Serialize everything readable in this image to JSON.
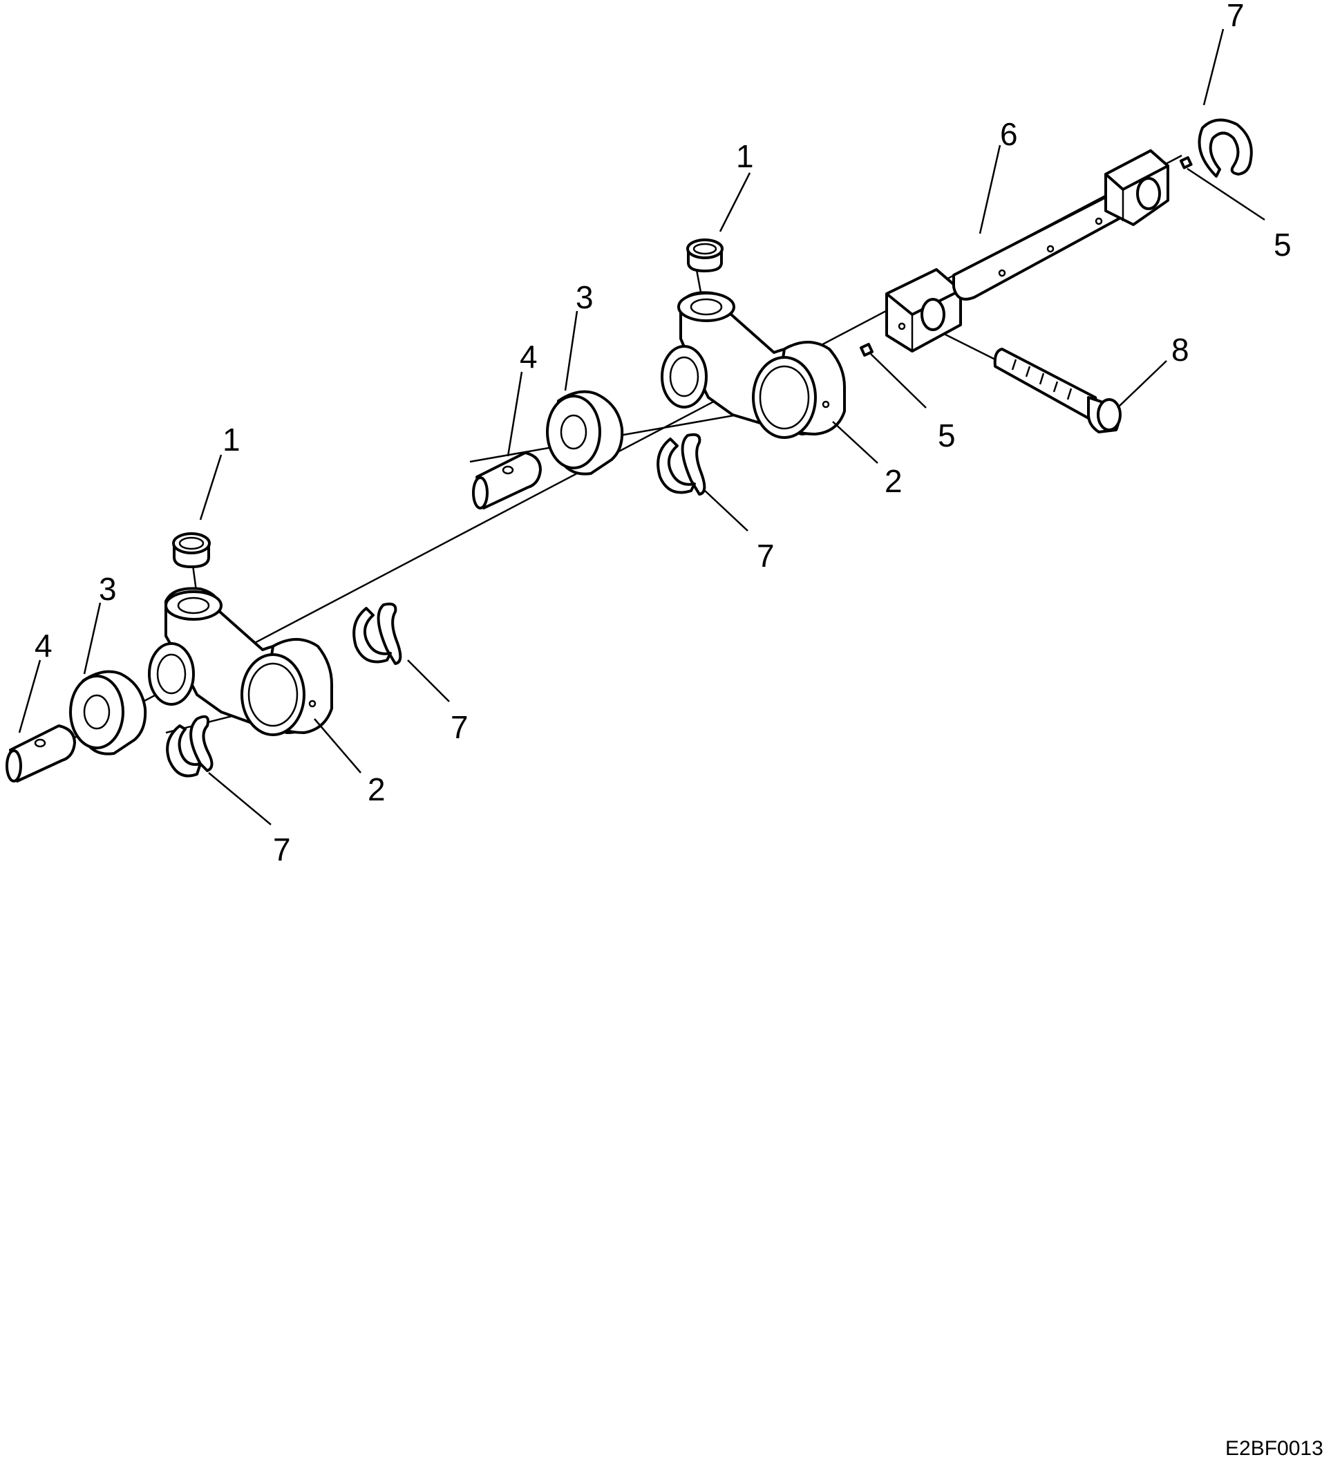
{
  "callouts": {
    "c1_left": "1",
    "c1_right": "1",
    "c2_left": "2",
    "c2_right": "2",
    "c3_left": "3",
    "c3_right": "3",
    "c4_left": "4",
    "c4_right": "4",
    "c5_mid": "5",
    "c5_right": "5",
    "c6": "6",
    "c7_top": "7",
    "c7_mid_right": "7",
    "c7_mid_left": "7",
    "c7_bottom_left": "7",
    "c8": "8"
  },
  "figure_code": "E2BF0013"
}
